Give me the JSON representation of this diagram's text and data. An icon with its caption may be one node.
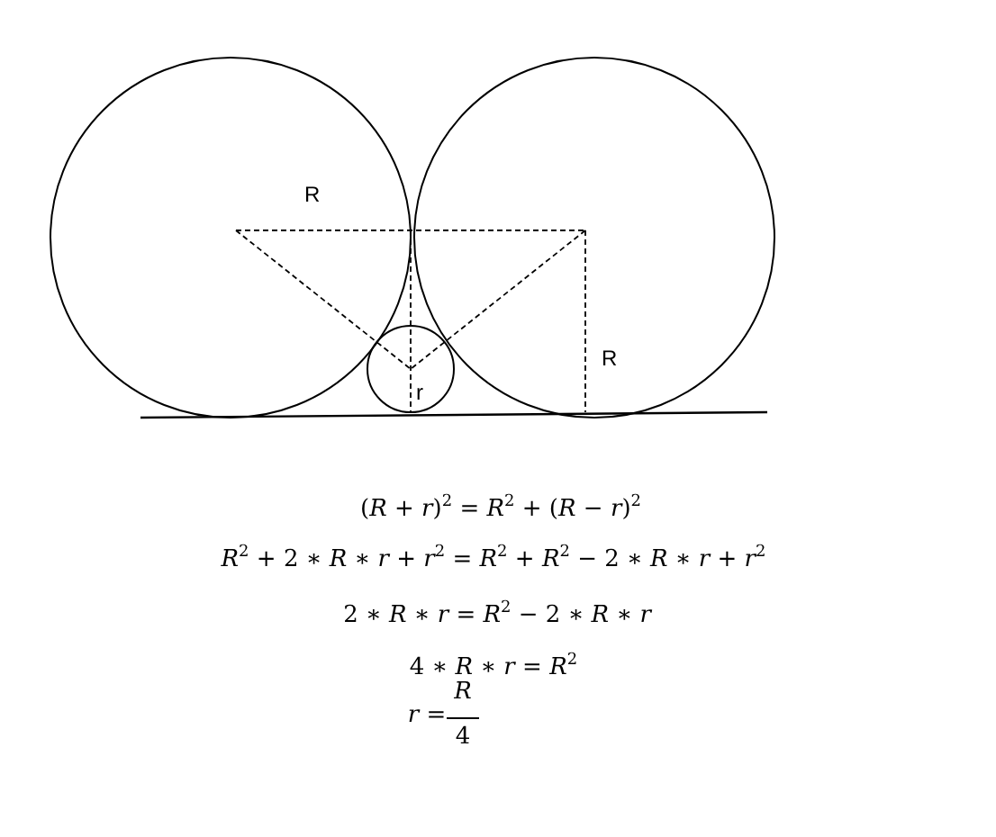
{
  "diagram": {
    "labels": [
      "R",
      "R",
      "r",
      "(*R* + *r*)$^{2}$ = *R*$^{2}$ + (*R* − *r*)$^{2}$",
      "*R*$^{2}$ + 2 ∗ *R* ∗ *r* + *r*$^{2}$ = *R*$^{2}$ + *R*$^{2}$ − 2 ∗ *R* ∗ *r* + *r*$^{2}$",
      "2 ∗ *R* ∗ *r* = *R*$^{2}$ − 2 ∗ *R* ∗ *r*",
      "4 ∗ *R* ∗ *r* = *R*$^{2}$",
      "*r* =",
      "*R*",
      "4"
    ]
  }
}
